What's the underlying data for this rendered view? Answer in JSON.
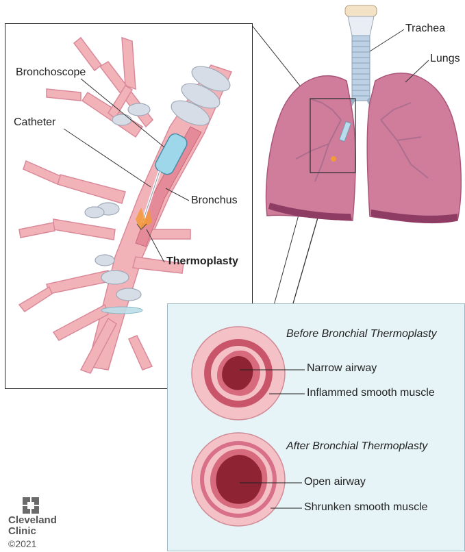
{
  "labels": {
    "bronchoscope": "Bronchoscope",
    "catheter": "Catheter",
    "bronchus": "Bronchus",
    "thermoplasty": "Thermoplasty",
    "trachea": "Trachea",
    "lungs": "Lungs"
  },
  "before": {
    "heading": "Before Bronchial Thermoplasty",
    "airway": "Narrow airway",
    "muscle": "Inflammed smooth muscle"
  },
  "after": {
    "heading": "After Bronchial Thermoplasty",
    "airway": "Open airway",
    "muscle": "Shrunken smooth muscle"
  },
  "logo": {
    "line1": "Cleveland",
    "line2": "Clinic",
    "copyright": "©2021"
  },
  "colors": {
    "tissue": "#f2b3b8",
    "tissue_dark": "#d96f80",
    "lung": "#c9708f",
    "cartilage": "#d7dde6",
    "scope": "#9ed7ea",
    "panel_bg": "#e6f4f8"
  }
}
